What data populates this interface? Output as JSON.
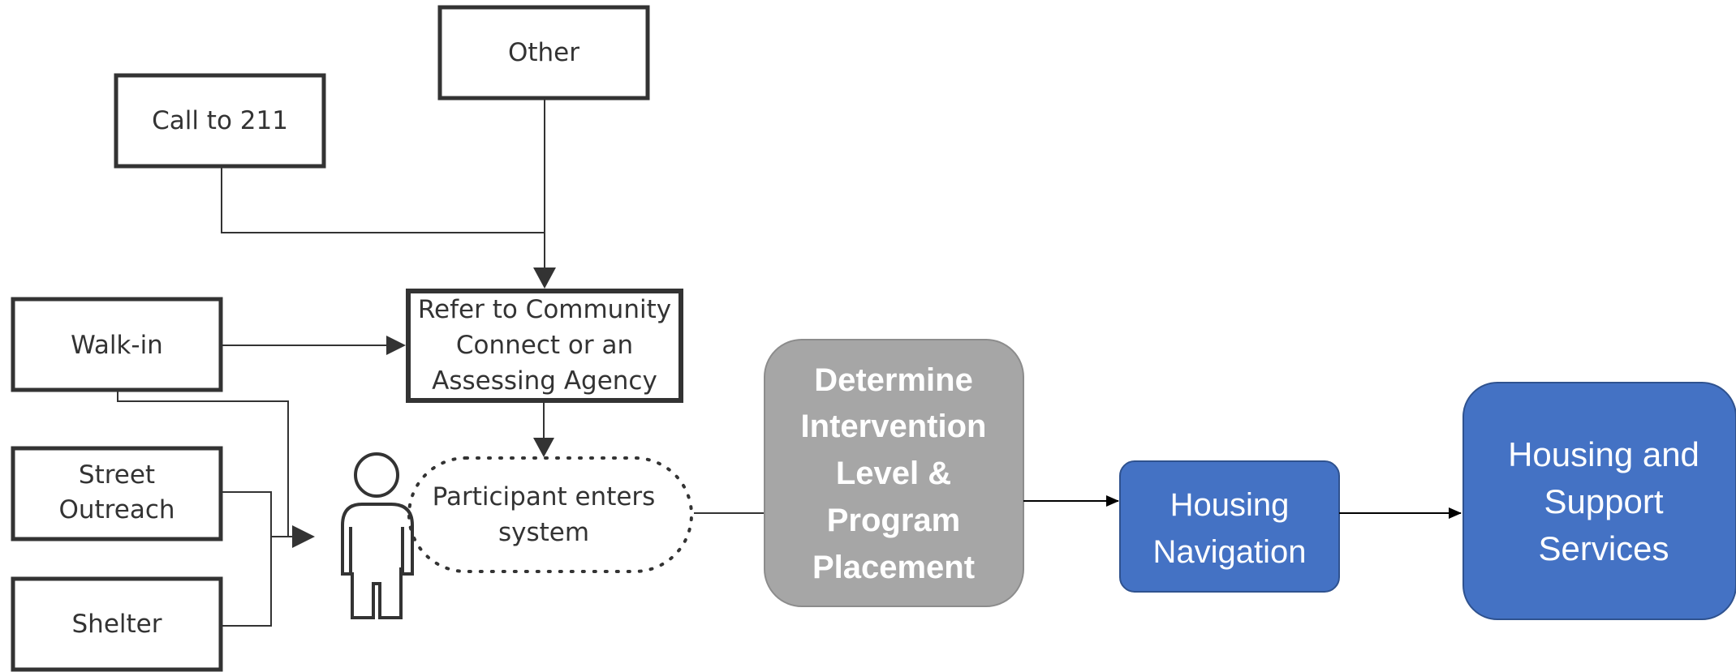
{
  "nodes": {
    "other": "Other",
    "call_211": "Call to 211",
    "walk_in": "Walk-in",
    "street_outreach": [
      "Street",
      "Outreach"
    ],
    "shelter": "Shelter",
    "refer": [
      "Refer to Community",
      "Connect or an",
      "Assessing Agency"
    ],
    "participant": [
      "Participant enters",
      "system"
    ],
    "determine": [
      "Determine",
      "Intervention",
      "Level &",
      "Program",
      "Placement"
    ],
    "housing_navigation": [
      "Housing",
      "Navigation"
    ],
    "housing_support": [
      "Housing and",
      "Support",
      "Services"
    ]
  },
  "colors": {
    "box_border": "#333333",
    "gray_box": "#a6a6a6",
    "blue_box": "#4472c4",
    "blue_border": "#2f528f"
  }
}
